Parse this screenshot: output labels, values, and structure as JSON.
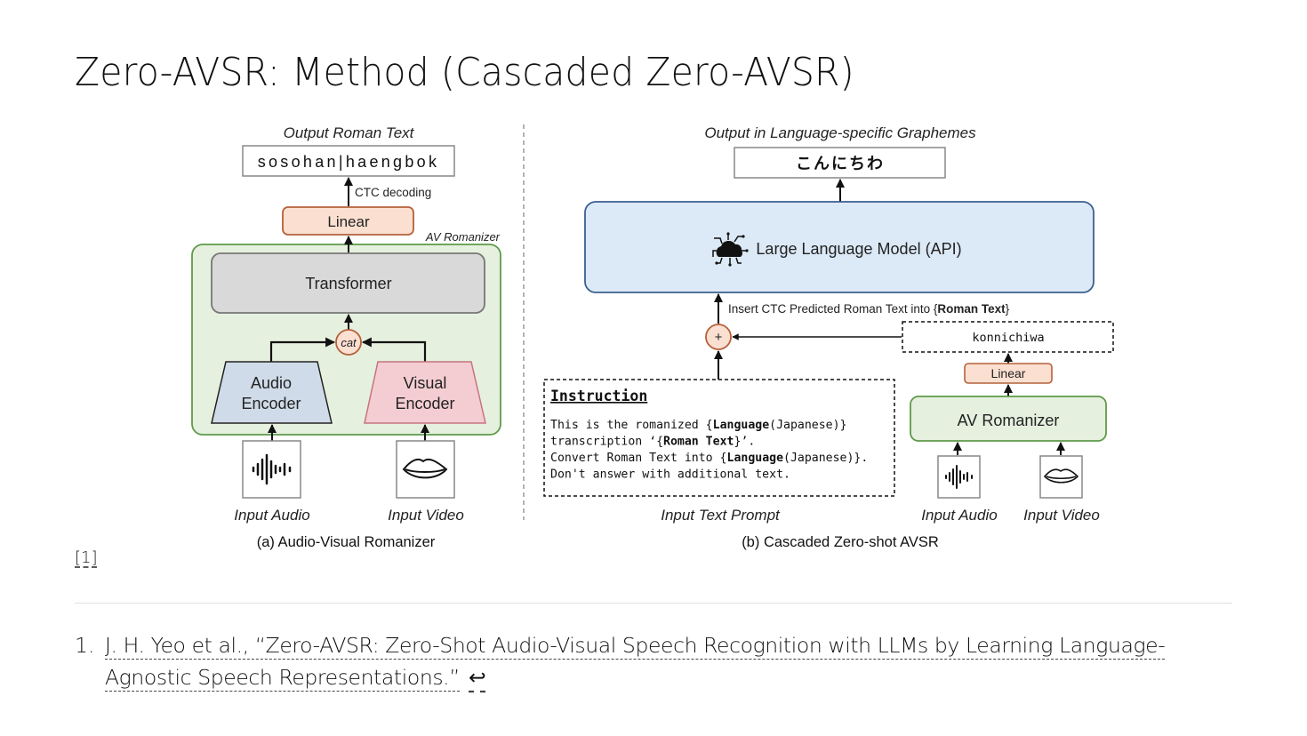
{
  "slide": {
    "title": "Zero-AVSR: Method (Cascaded Zero-AVSR)",
    "citation_marker": "[1]"
  },
  "panel_a": {
    "caption": "(a) Audio-Visual Romanizer",
    "output_label": "Output Roman Text",
    "output_text": "sosohan|haengbok",
    "ctc_label": "CTC decoding",
    "linear_label": "Linear",
    "group_label": "AV Romanizer",
    "transformer_label": "Transformer",
    "cat_label": "cat",
    "audio_encoder_line1": "Audio",
    "audio_encoder_line2": "Encoder",
    "visual_encoder_line1": "Visual",
    "visual_encoder_line2": "Encoder",
    "input_audio_label": "Input Audio",
    "input_video_label": "Input Video"
  },
  "panel_b": {
    "caption": "(b) Cascaded Zero-shot AVSR",
    "output_label": "Output in Language-specific Graphemes",
    "output_text": "こんにちわ",
    "llm_label": "Large Language Model (API)",
    "insert_label_prefix": "Insert CTC Predicted Roman Text into {",
    "insert_label_bold": "Roman Text",
    "insert_label_suffix": "}",
    "plus_label": "+",
    "roman_text": "konnichiwa",
    "linear_label": "Linear",
    "romanizer_label": "AV Romanizer",
    "instruction_title": "Instruction",
    "instruction_lines": [
      {
        "parts": [
          {
            "t": "This is the romanized {",
            "b": false
          },
          {
            "t": "Language",
            "b": true
          },
          {
            "t": "(Japanese)}",
            "b": false
          }
        ]
      },
      {
        "parts": [
          {
            "t": "transcription ‘{",
            "b": false
          },
          {
            "t": "Roman Text",
            "b": true
          },
          {
            "t": "}’.",
            "b": false
          }
        ]
      },
      {
        "parts": [
          {
            "t": "Convert Roman Text into {",
            "b": false
          },
          {
            "t": "Language",
            "b": true
          },
          {
            "t": "(Japanese)}.",
            "b": false
          }
        ]
      },
      {
        "parts": [
          {
            "t": "Don't answer with additional text.",
            "b": false
          }
        ]
      }
    ],
    "input_text_prompt_label": "Input Text Prompt",
    "input_audio_label": "Input Audio",
    "input_video_label": "Input Video"
  },
  "colors": {
    "linear_fill": "#fbe0d2",
    "linear_stroke": "#b5603a",
    "romanizer_fill": "#e6f0de",
    "romanizer_stroke": "#5e9a4a",
    "transformer_fill": "#d9d9d9",
    "audio_encoder_fill": "#cfdbe8",
    "visual_encoder_fill": "#f4cdd2",
    "llm_fill": "#dce9f6",
    "llm_stroke": "#3a5f8f"
  },
  "references": [
    {
      "number": "1.",
      "text": "J. H. Yeo et al., “Zero-AVSR: Zero-Shot Audio-Visual Speech Recognition with LLMs by Learning Language-Agnostic Speech Representations.”",
      "backlink": "↩"
    }
  ]
}
